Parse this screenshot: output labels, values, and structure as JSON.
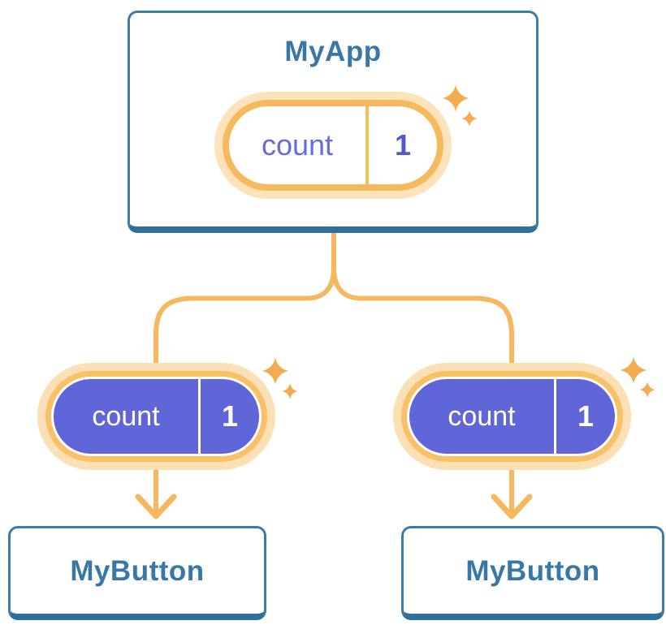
{
  "diagram": {
    "root": {
      "title": "MyApp",
      "state": {
        "key": "count",
        "value": "1"
      }
    },
    "left_child": {
      "pill": {
        "key": "count",
        "value": "1"
      },
      "node": {
        "title": "MyButton"
      }
    },
    "right_child": {
      "pill": {
        "key": "count",
        "value": "1"
      },
      "node": {
        "title": "MyButton"
      }
    },
    "colors": {
      "node_border": "#3E7CA8",
      "node_border_bottom": "#2F6F9B",
      "node_text": "#3778A7",
      "connector": "#F6B85E",
      "pill_ring_orange": "#F8C167",
      "pill_ring_pale": "#FCE0B5",
      "pill_fill_parent": "#FFFFFF",
      "pill_fill_child": "#6065D8",
      "pill_text_parent": "#666CDC",
      "pill_value_parent": "#5458D0",
      "pill_text_child": "#FFFFFF",
      "sparkle": "#F4AC52"
    }
  }
}
